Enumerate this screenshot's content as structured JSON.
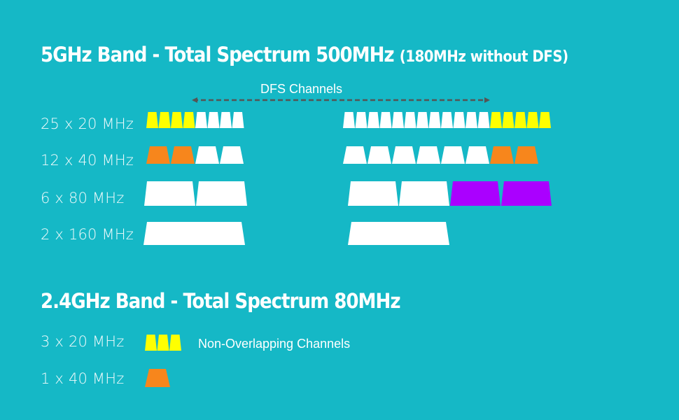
{
  "band_5ghz": {
    "title_main": "5GHz Band - Total Spectrum 500MHz",
    "title_note": "(180MHz without DFS)",
    "dfs_label": "DFS Channels",
    "rows": [
      {
        "label": "25 x 20 MHz"
      },
      {
        "label": "12 x 40 MHz"
      },
      {
        "label": "6 x 80 MHz"
      },
      {
        "label": "2 x 160 MHz"
      }
    ]
  },
  "band_24ghz": {
    "title": "2.4GHz Band - Total Spectrum 80MHz",
    "rows": [
      {
        "label": "3 x 20 MHz"
      },
      {
        "label": "1 x 40 MHz"
      }
    ],
    "note": "Non-Overlapping Channels"
  },
  "colors": {
    "background": "#15b8c6",
    "channel_20mhz_non_dfs": "#ffff00",
    "channel_40mhz_non_dfs": "#f7861c",
    "channel_80mhz_non_dfs": "#aa00ff",
    "channel_dfs": "#ffffff",
    "dfs_arrow": "#555555"
  }
}
